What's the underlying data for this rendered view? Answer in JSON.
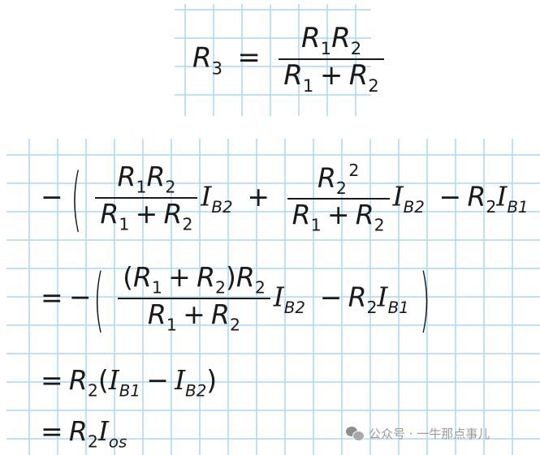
{
  "document": {
    "type": "math-derivation",
    "background": "#ffffff",
    "grid_color": "#aad7f5",
    "text_color": "#1a1a1a"
  },
  "equation_top": {
    "lhs": {
      "base": "R",
      "sub": "3"
    },
    "equals": "=",
    "fraction": {
      "numerator": [
        {
          "base": "R",
          "sub": "1"
        },
        {
          "base": "R",
          "sub": "2"
        }
      ],
      "denominator": [
        {
          "base": "R",
          "sub": "1"
        },
        "+",
        {
          "base": "R",
          "sub": "2"
        }
      ]
    },
    "latex": "R_3 = \\frac{R_1 R_2}{R_1 + R_2}"
  },
  "derivation": {
    "rows": [
      {
        "latex": "-\\left(\\frac{R_1R_2}{R_1+R_2} I_{B2} + \\frac{R_2^{2}}{R_1+R_2} I_{B2} - R_2 I_{B1}\\right)"
      },
      {
        "latex": "= -\\left(\\frac{(R_1+R_2)R_2}{R_1+R_2} I_{B2} - R_2 I_{B1}\\right)"
      },
      {
        "latex": "= R_2(I_{B1} - I_{B2})"
      },
      {
        "latex": "= R_2 I_{os}"
      }
    ],
    "symbols": {
      "R": "R",
      "I": "I",
      "sub1": "1",
      "sub2": "2",
      "sub3": "3",
      "B1": "B1",
      "B2": "B2",
      "os": "os",
      "sq": "2",
      "plus": "+",
      "minus": "−",
      "equals": "=",
      "lparen": "(",
      "rparen": ")"
    }
  },
  "watermark": {
    "icon": "wechat-icon",
    "text": "公众号 · 一牛那点事儿"
  }
}
